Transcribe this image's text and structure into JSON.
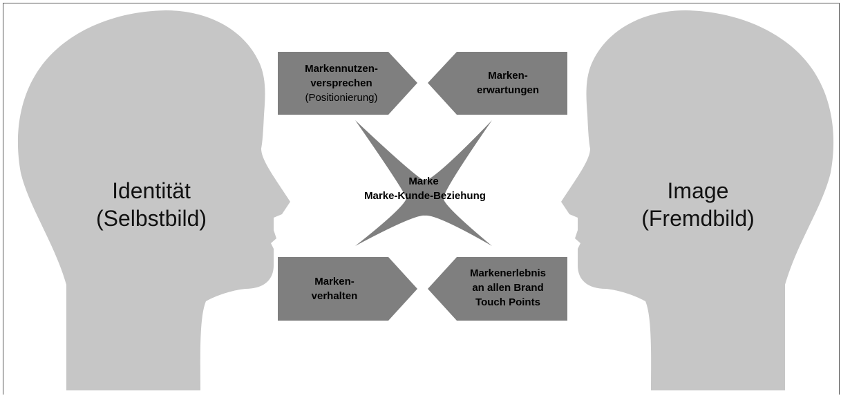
{
  "colors": {
    "head": "#c6c6c6",
    "shape": "#7f7f7f",
    "frame": "#555555",
    "background": "#ffffff"
  },
  "left_head": {
    "line1": "Identität",
    "line2": "(Selbstbild)"
  },
  "right_head": {
    "line1": "Image",
    "line2": "(Fremdbild)"
  },
  "center": {
    "line1": "Marke",
    "line2": "Marke-Kunde-Beziehung"
  },
  "boxes": {
    "top_left": {
      "line1": "Markennutzen-",
      "line2": "versprechen",
      "line3": "(Positionierung)"
    },
    "top_right": {
      "line1": "Marken-",
      "line2": "erwartungen"
    },
    "bottom_left": {
      "line1": "Marken-",
      "line2": "verhalten"
    },
    "bottom_right": {
      "line1": "Markenerlebnis",
      "line2": "an allen Brand",
      "line3": "Touch Points"
    }
  }
}
